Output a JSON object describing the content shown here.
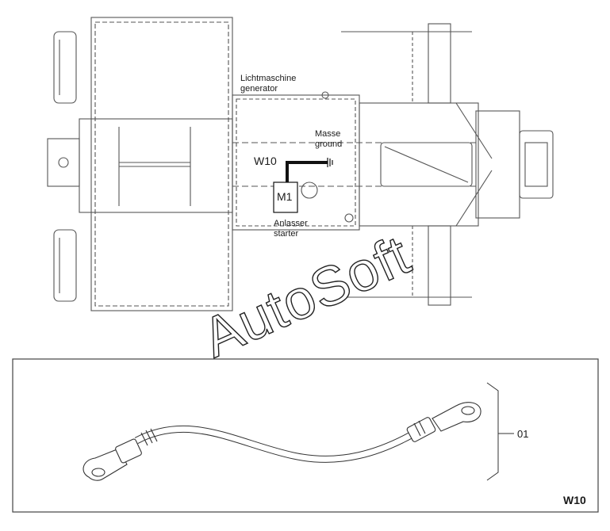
{
  "labels": {
    "generator_de": "Lichtmaschine",
    "generator_en": "generator",
    "ground_de": "Masse",
    "ground_en": "ground",
    "cable_id": "W10",
    "motor_id": "M1",
    "starter_de": "Anlasser",
    "starter_en": "starter"
  },
  "detail": {
    "part_number": "01",
    "frame_label": "W10"
  },
  "watermark": "AutoSoft",
  "colors": {
    "line": "#555555",
    "wire": "#111111",
    "frame": "#444444"
  }
}
